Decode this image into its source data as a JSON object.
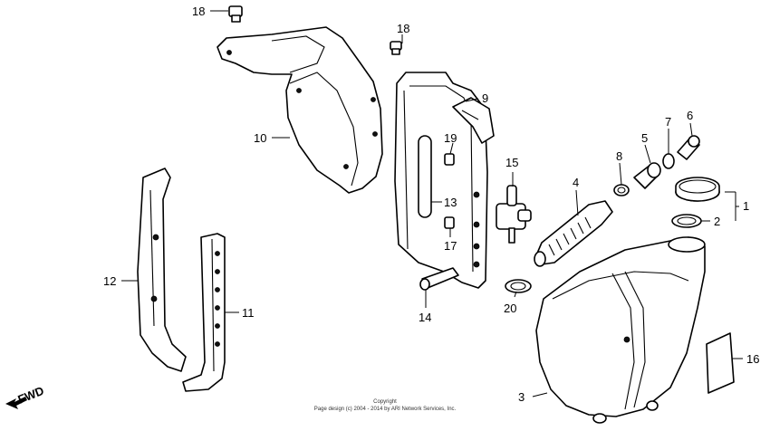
{
  "callouts": [
    {
      "num": "1"
    },
    {
      "num": "2"
    },
    {
      "num": "3"
    },
    {
      "num": "4"
    },
    {
      "num": "5"
    },
    {
      "num": "6"
    },
    {
      "num": "7"
    },
    {
      "num": "8"
    },
    {
      "num": "9"
    },
    {
      "num": "10"
    },
    {
      "num": "11"
    },
    {
      "num": "12"
    },
    {
      "num": "13"
    },
    {
      "num": "14"
    },
    {
      "num": "15"
    },
    {
      "num": "16"
    },
    {
      "num": "17"
    },
    {
      "num": "18"
    },
    {
      "num": "18"
    },
    {
      "num": "19"
    },
    {
      "num": "20"
    }
  ],
  "fwd_label": "FWD",
  "copyright": {
    "line1": "Copyright",
    "line2": "Page design (c) 2004 - 2014 by ARI Network Services, Inc."
  }
}
